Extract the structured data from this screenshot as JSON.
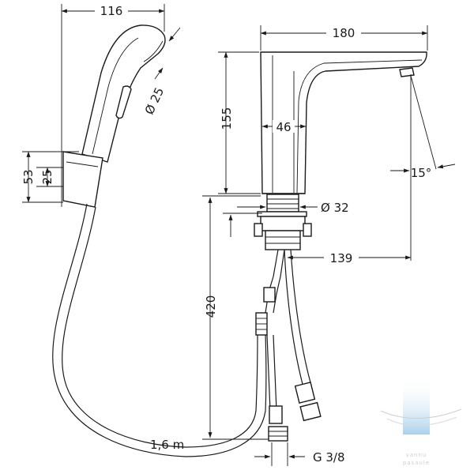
{
  "dimensions": {
    "handshower_width": "116",
    "nozzle_diameter": "Ø 25",
    "holder_height": "53",
    "holder_offset": "25",
    "faucet_length": "180",
    "faucet_height": "155",
    "body_width": "46",
    "angle": "15°",
    "shank_diameter": "Ø 32",
    "projection": "139",
    "shank_length": "420",
    "hose_length": "1,6 m",
    "connection_thread": "G 3/8"
  },
  "watermark": {
    "text_line1": "vannu",
    "text_line2": "pasaule",
    "accent_color": "#8ec1e6"
  },
  "colors": {
    "line": "#1a1a1a",
    "background": "#ffffff"
  }
}
